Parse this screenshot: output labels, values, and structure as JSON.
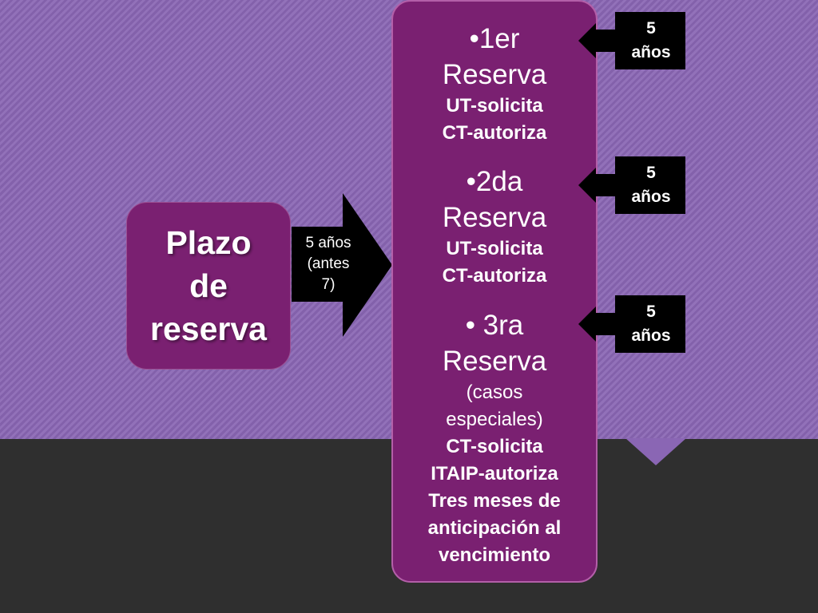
{
  "plazo": {
    "line1": "Plazo",
    "line2": "de",
    "line3": "reserva"
  },
  "arrow": {
    "line1": "5 años",
    "line2": "(antes",
    "line3": "7)"
  },
  "reservas": [
    {
      "title1": "•1er",
      "title2": "Reserva",
      "lines": [
        "UT-solicita",
        "CT-autoriza"
      ]
    },
    {
      "title1": "•2da",
      "title2": "Reserva",
      "lines": [
        "UT-solicita",
        "CT-autoriza"
      ]
    },
    {
      "title1": "• 3ra",
      "title2": "Reserva",
      "lines": [
        "(casos",
        "especiales)",
        "CT-solicita",
        "ITAIP-autoriza",
        "Tres meses de",
        "anticipación al",
        "vencimiento"
      ]
    }
  ],
  "side_labels": [
    {
      "num": "5",
      "unit": "años"
    },
    {
      "num": "5",
      "unit": "años"
    },
    {
      "num": "5",
      "unit": "años"
    }
  ],
  "colors": {
    "purple_bg": "#8a66b4",
    "box_magenta": "#7a2071",
    "dark_band": "#2f2f2f",
    "arrow_black": "#000000"
  }
}
